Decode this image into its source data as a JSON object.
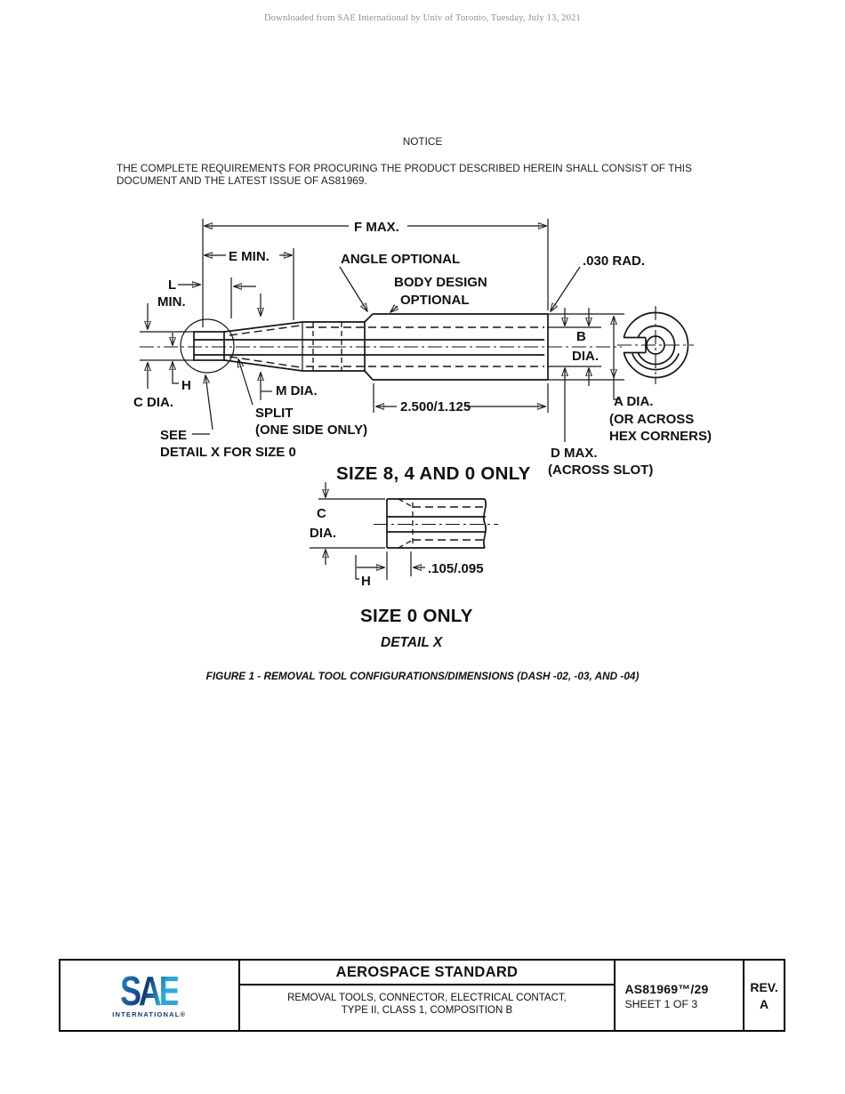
{
  "watermark": "Downloaded from SAE International by Univ of Toronto, Tuesday, July 13, 2021",
  "notice": {
    "title": "NOTICE",
    "body_line1": "THE COMPLETE REQUIREMENTS FOR PROCURING THE PRODUCT DESCRIBED HEREIN SHALL CONSIST OF THIS",
    "body_line2": "DOCUMENT AND THE LATEST ISSUE OF AS81969."
  },
  "figure": {
    "caption": "FIGURE 1 - REMOVAL TOOL CONFIGURATIONS/DIMENSIONS (DASH -02, -03, AND -04)",
    "labels": {
      "f_max": "F MAX.",
      "e_min": "E MIN.",
      "l": "L",
      "l_min": "MIN.",
      "angle_optional": "ANGLE OPTIONAL",
      "body_design_1": "BODY DESIGN",
      "body_design_2": "OPTIONAL",
      "rad_030": ".030 RAD.",
      "b": "B",
      "b_dia": "DIA.",
      "a_dia_1": "A DIA.",
      "a_dia_2": "(OR ACROSS",
      "a_dia_3": "HEX CORNERS)",
      "d_max_1": "D MAX.",
      "d_max_2": "(ACROSS SLOT)",
      "h": "H",
      "c_dia": "C DIA.",
      "m_dia": "M DIA.",
      "split_1": "SPLIT",
      "split_2": "(ONE SIDE ONLY)",
      "see_1": "SEE",
      "see_2": "DETAIL X FOR SIZE 0",
      "dim_shaft": "2.500/1.125",
      "size_840": "SIZE 8, 4 AND 0 ONLY",
      "detail_c": "C",
      "detail_c_dia": "DIA.",
      "detail_h": "H",
      "dim_slot": ".105/.095",
      "size_0": "SIZE 0 ONLY",
      "detail_x": "DETAIL X"
    }
  },
  "title_block": {
    "logo": {
      "brand": "SAE",
      "subtitle": "INTERNATIONAL®"
    },
    "standard_type": "AEROSPACE STANDARD",
    "title_line1": "REMOVAL TOOLS, CONNECTOR, ELECTRICAL CONTACT,",
    "title_line2": "TYPE II, CLASS 1, COMPOSITION B",
    "document_number": "AS81969™/29",
    "sheet": "SHEET 1 OF 3",
    "rev_label": "REV.",
    "rev_value": "A"
  },
  "colors": {
    "ink": "#151515",
    "watermark_gray": "#8f8f8f",
    "sae_blue_light": "#29a8e0",
    "sae_blue_dark": "#123a7a"
  }
}
